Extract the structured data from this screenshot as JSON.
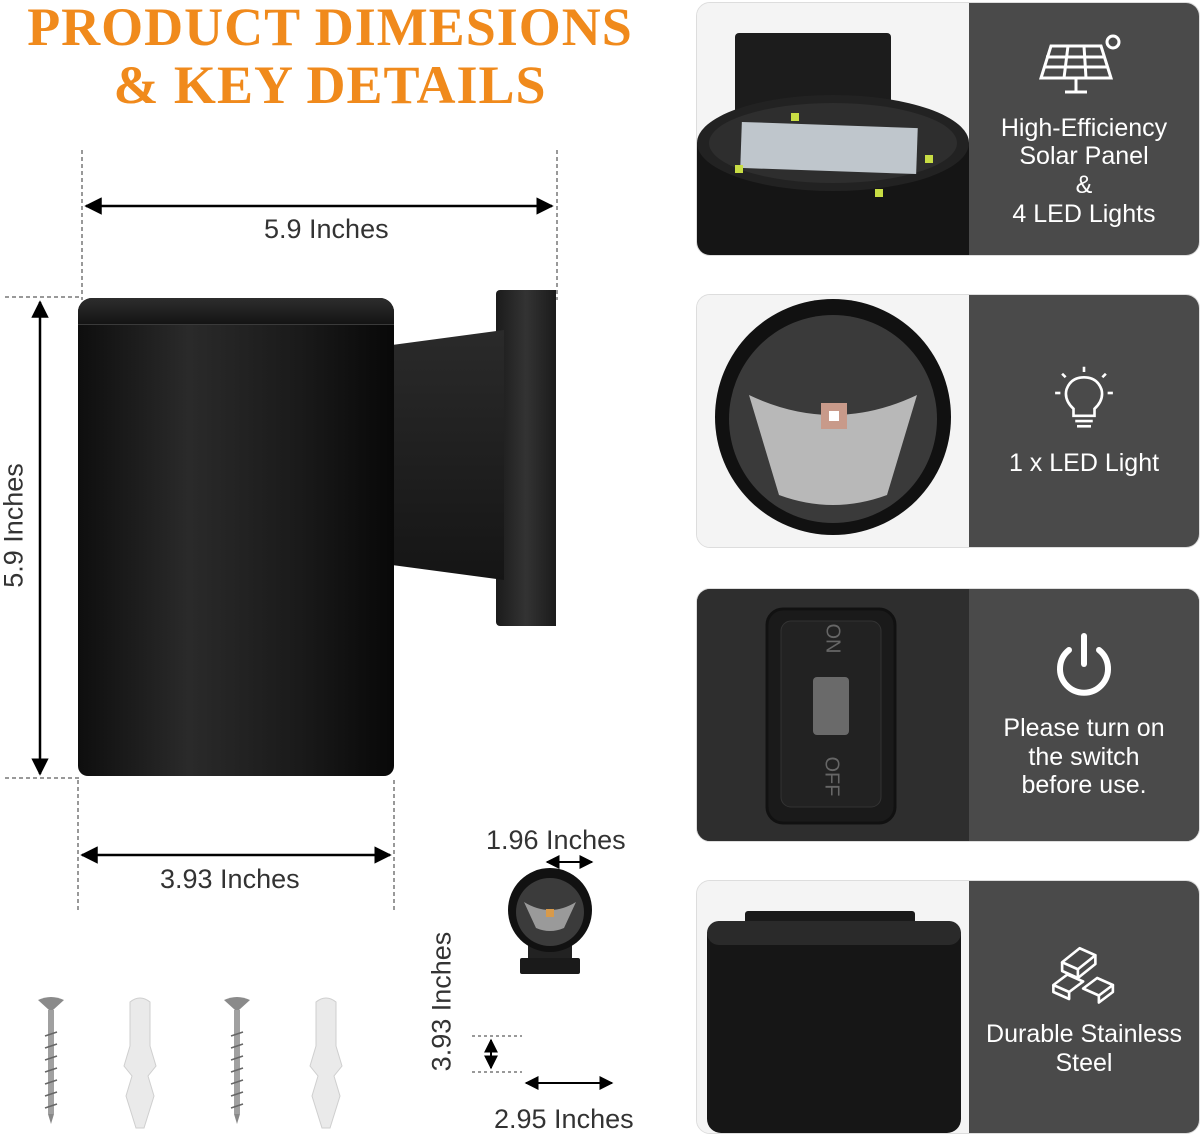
{
  "title": {
    "line1": "PRODUCT DIMESIONS",
    "line2": "& KEY DETAILS"
  },
  "dimensions": {
    "width": "5.9 Inches",
    "height": "5.9 Inches",
    "depth": "3.93 Inches",
    "front_width": "1.96 Inches",
    "front_height": "3.93 Inches",
    "base_width": "2.95 Inches"
  },
  "switch_labels": {
    "on": "ON",
    "off": "OFF"
  },
  "features": [
    {
      "icon": "solar-panel-icon",
      "text": "High-Efficiency\nSolar Panel\n&\n4 LED Lights"
    },
    {
      "icon": "light-bulb-icon",
      "text": "1 x LED Light"
    },
    {
      "icon": "power-icon",
      "text": "Please turn on\nthe switch\nbefore use."
    },
    {
      "icon": "steel-bars-icon",
      "text": "Durable Stainless\nSteel"
    }
  ],
  "colors": {
    "accent": "#f08a1c",
    "panel": "#4a4a4a",
    "lamp": "#1a1a1a"
  }
}
